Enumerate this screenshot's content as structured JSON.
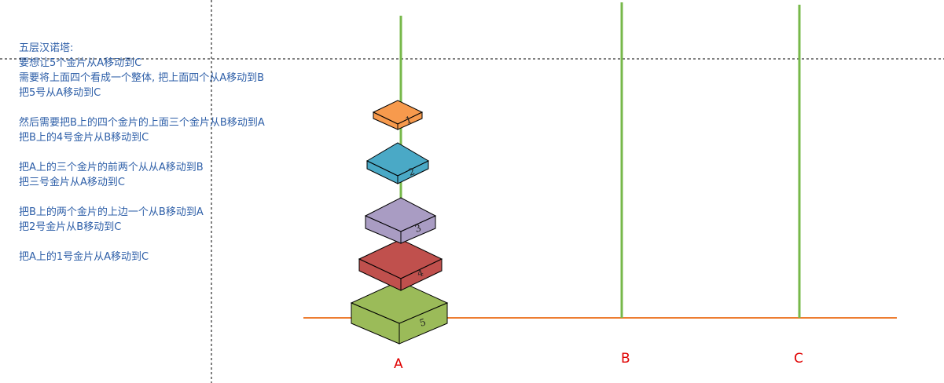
{
  "notes": [
    "五层汉诺塔:",
    "要想让5个金片从A移动到C",
    "需要将上面四个看成一个整体, 把上面四个从A移动到B",
    "把5号从A移动到C",
    "",
    "然后需要把B上的四个金片的上面三个金片从B移动到A",
    "把B上的4号金片从B移动到C",
    "",
    "把A上的三个金片的前两个从从A移动到B",
    "把三号金片从A移动到C",
    "",
    "把B上的两个金片的上边一个从B移动到A",
    "把2号金片从B移动到C",
    "",
    "把A上的1号金片从A移动到C"
  ],
  "pegs": [
    {
      "label": "A"
    },
    {
      "label": "B"
    },
    {
      "label": "C"
    }
  ],
  "disks": [
    {
      "number": "1",
      "color": "#f79a4d"
    },
    {
      "number": "2",
      "color": "#4aa9c6"
    },
    {
      "number": "3",
      "color": "#a99cc3"
    },
    {
      "number": "4",
      "color": "#c0504d"
    },
    {
      "number": "5",
      "color": "#9bbb59"
    }
  ],
  "colors": {
    "peg": "#77b84a",
    "base": "#ed7d31",
    "text": "#2e5fa8",
    "peg_label": "#e00000",
    "guide": "#000000"
  }
}
